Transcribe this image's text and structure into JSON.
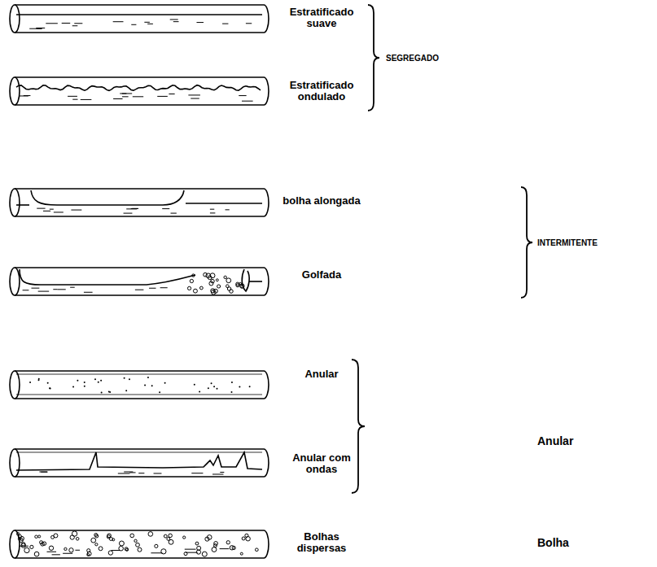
{
  "diagram": {
    "labels": [
      "Estratificado suave",
      "Estratificado ondulado",
      "bolha alongada",
      "Golfada",
      "Anular",
      "Anular com ondas",
      "Bolhas dispersas",
      "SEGREGADO",
      "INTERMITENTE",
      "Anular",
      "Bolha"
    ]
  }
}
